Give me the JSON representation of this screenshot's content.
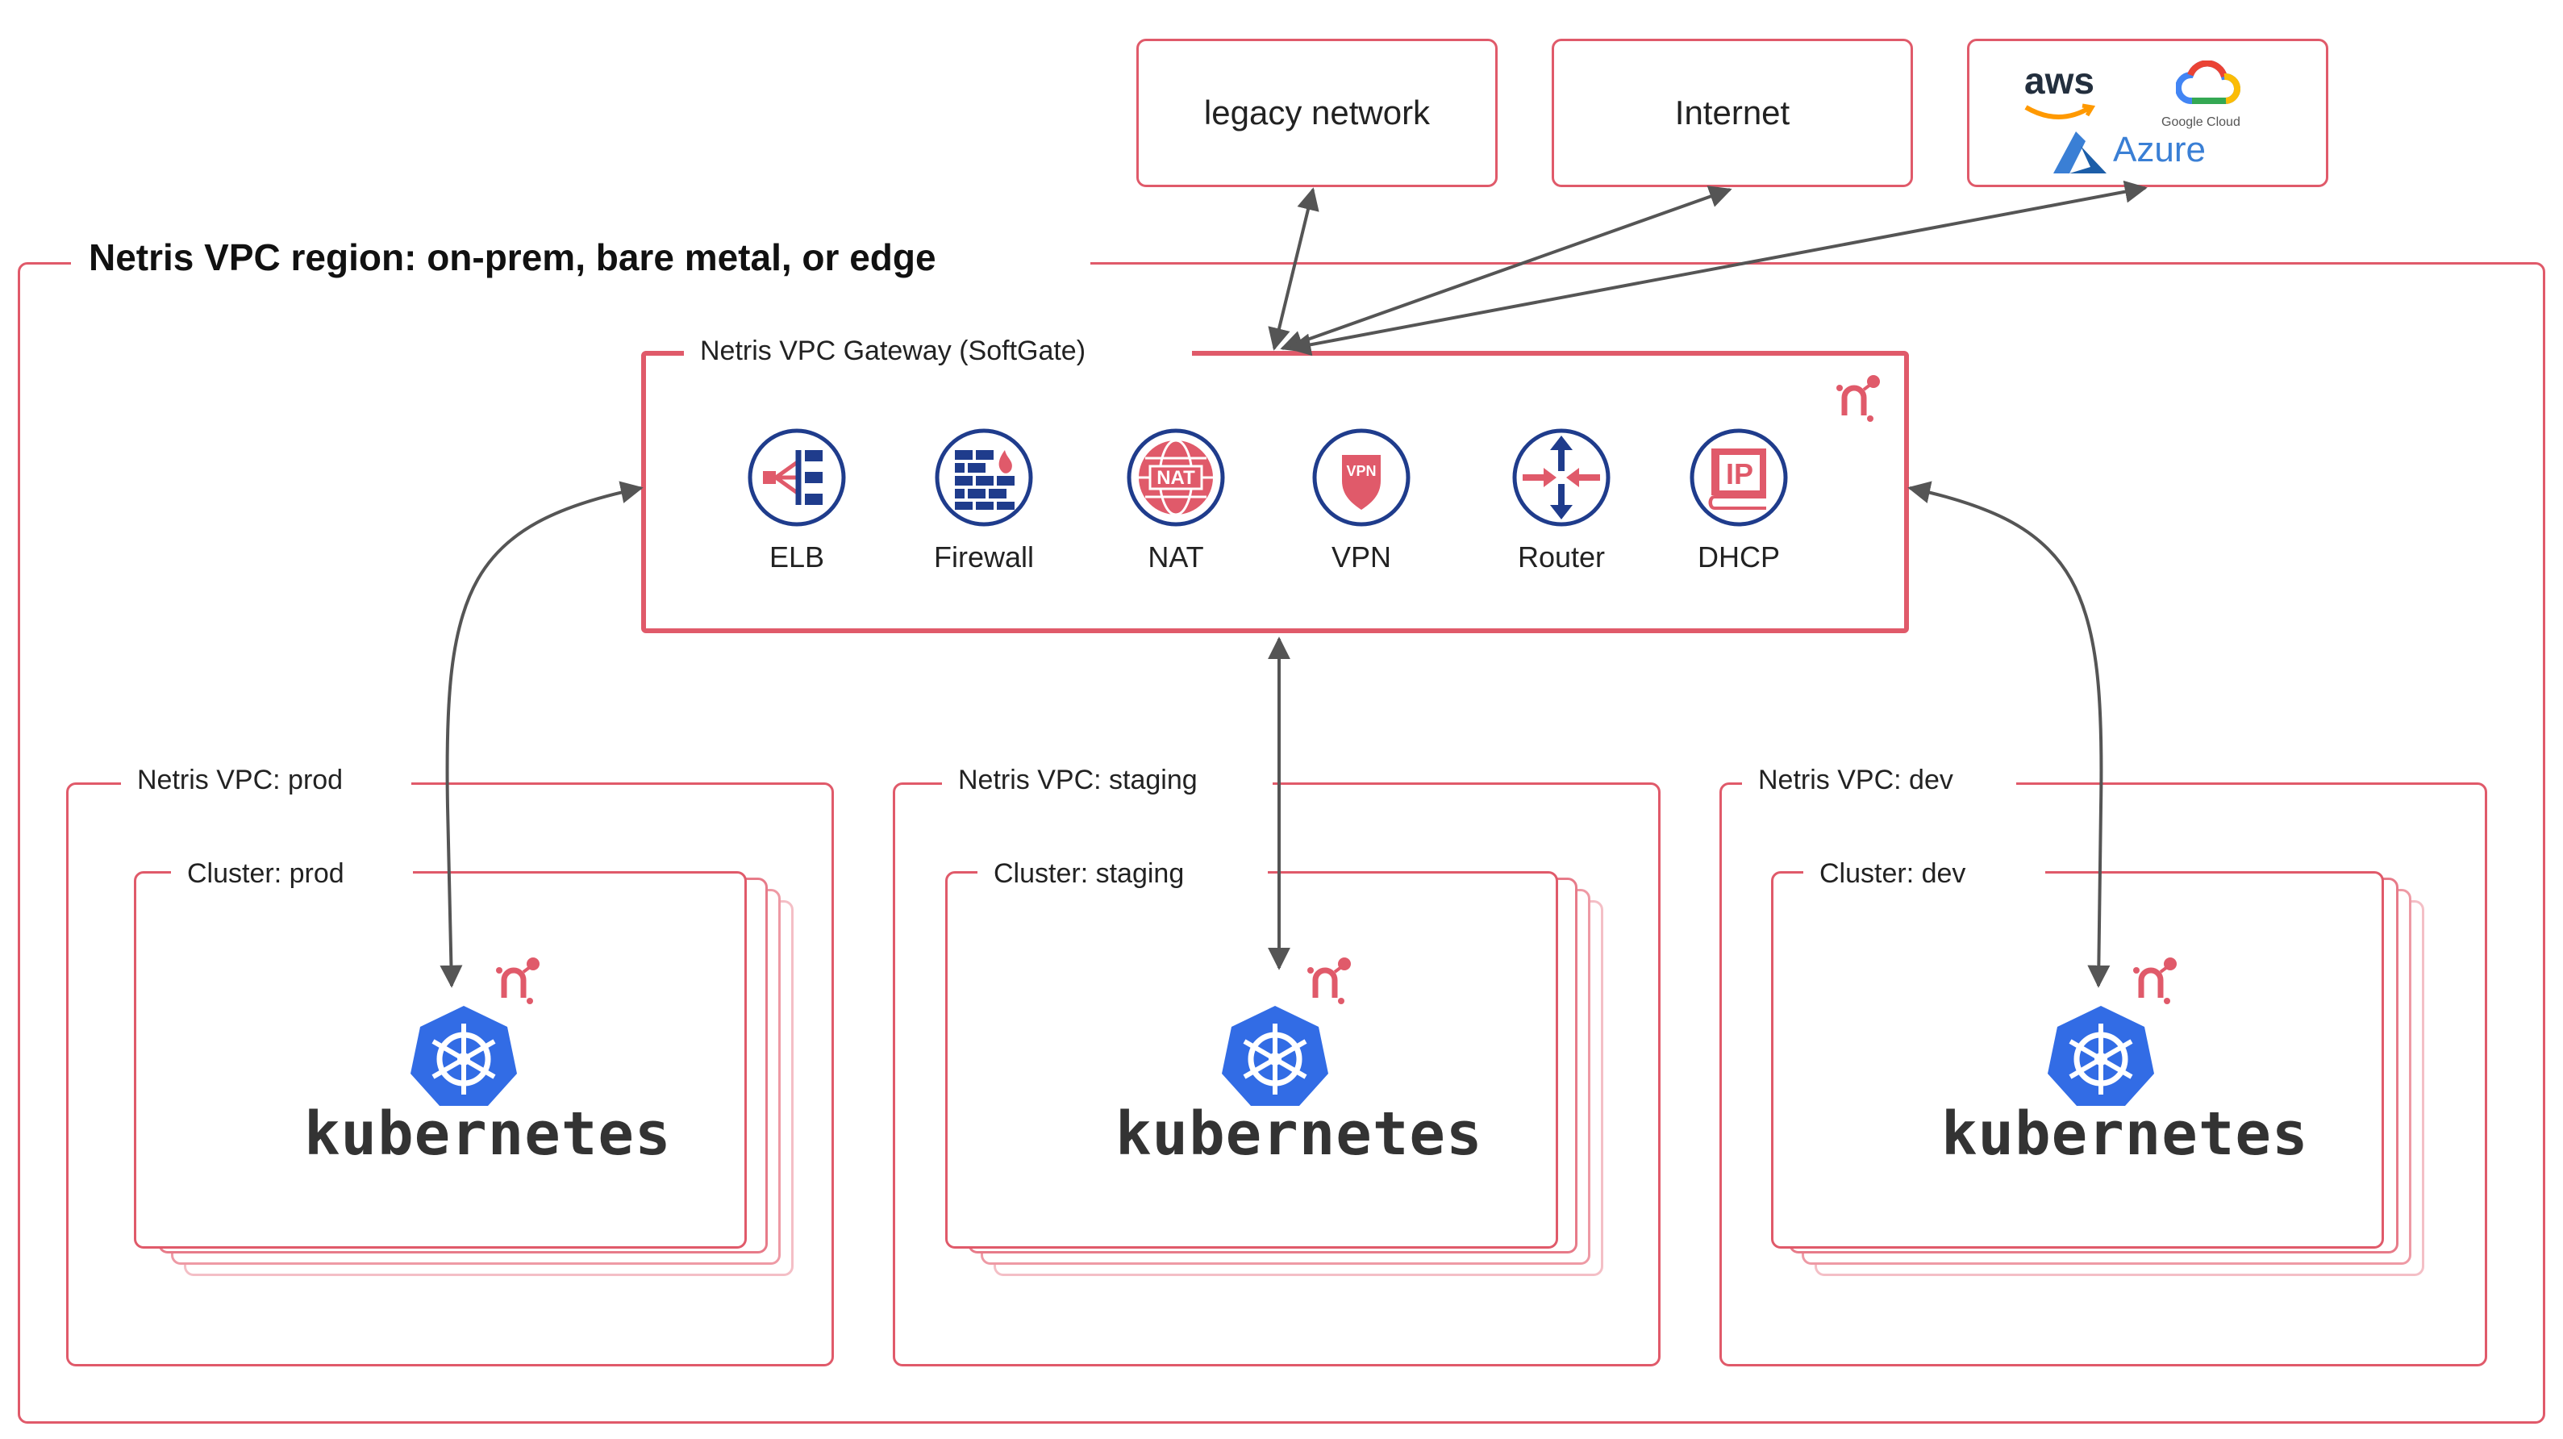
{
  "top_boxes": {
    "legacy": "legacy network",
    "internet": "Internet",
    "cloud": {
      "aws": "aws",
      "google": "Google Cloud",
      "azure": "Azure"
    }
  },
  "region": {
    "title": "Netris VPC region: on-prem, bare metal, or edge"
  },
  "gateway": {
    "title": "Netris VPC Gateway (SoftGate)",
    "services": [
      {
        "label": "ELB",
        "icon": "load-balancer-icon"
      },
      {
        "label": "Firewall",
        "icon": "firewall-icon"
      },
      {
        "label": "NAT",
        "icon": "nat-icon"
      },
      {
        "label": "VPN",
        "icon": "vpn-shield-icon"
      },
      {
        "label": "Router",
        "icon": "router-icon"
      },
      {
        "label": "DHCP",
        "icon": "ip-dhcp-icon"
      }
    ]
  },
  "vpcs": [
    {
      "title": "Netris VPC: prod",
      "cluster": "Cluster: prod",
      "product": "kubernetes"
    },
    {
      "title": "Netris VPC: staging",
      "cluster": "Cluster: staging",
      "product": "kubernetes"
    },
    {
      "title": "Netris VPC: dev",
      "cluster": "Cluster: dev",
      "product": "kubernetes"
    }
  ],
  "colors": {
    "accent": "#e05a6a",
    "navy": "#1f3c8c",
    "k8s_blue": "#326ce5",
    "arrow": "#555555"
  }
}
